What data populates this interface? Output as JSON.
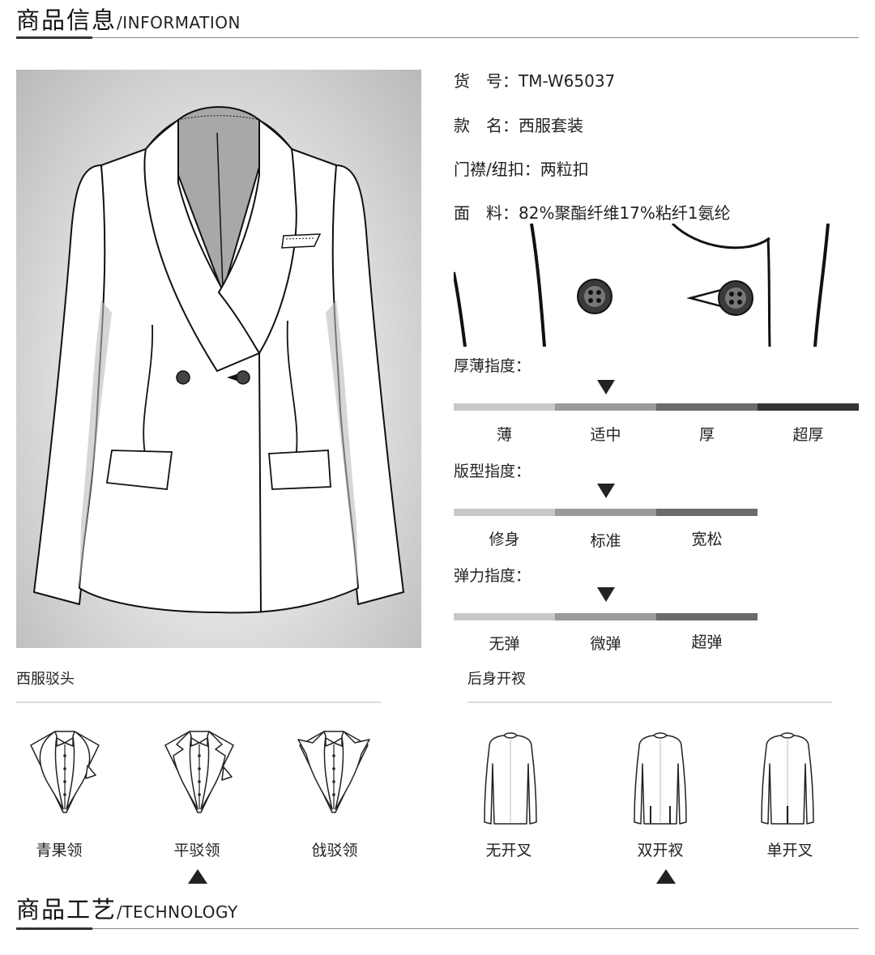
{
  "header": {
    "title_cn": "商品信息",
    "title_en": "/INFORMATION"
  },
  "specs": [
    {
      "label": "货　号：",
      "value": "TM-W65037"
    },
    {
      "label": "款　名：",
      "value": "西服套装"
    },
    {
      "label": "门襟/纽扣：",
      "value": "两粒扣"
    },
    {
      "label": "面　料：",
      "value": "82%聚酯纤维17%粘纤1氨纶"
    }
  ],
  "thickness": {
    "title": "厚薄指度：",
    "levels": [
      "薄",
      "适中",
      "厚",
      "超厚"
    ],
    "selected_index": 1,
    "colors": [
      "#c8c8c8",
      "#9a9a9a",
      "#6b6b6b",
      "#333333"
    ]
  },
  "fit": {
    "title": "版型指度：",
    "levels": [
      "修身",
      "标准",
      "宽松"
    ],
    "selected_index": 1,
    "colors": [
      "#c8c8c8",
      "#9a9a9a",
      "#6b6b6b"
    ]
  },
  "elastic": {
    "title": "弹力指度：",
    "levels": [
      "无弹",
      "微弹",
      "超弹"
    ],
    "selected_index": 1,
    "colors": [
      "#c8c8c8",
      "#9a9a9a",
      "#6b6b6b"
    ]
  },
  "lapel": {
    "title": "西服驳头",
    "options": [
      "青果领",
      "平驳领",
      "戗驳领"
    ],
    "selected_index": 1
  },
  "vent": {
    "title": "后身开衩",
    "options": [
      "无开叉",
      "双开衩",
      "单开叉"
    ],
    "selected_index": 1
  },
  "footer": {
    "title_cn": "商品工艺",
    "title_en": "/TECHNOLOGY"
  }
}
